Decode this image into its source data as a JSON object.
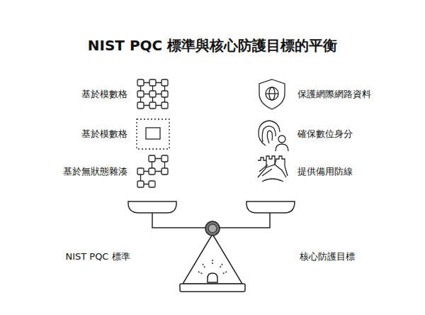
{
  "diagram": {
    "title": "NIST PQC 標準與核心防護目標的平衡",
    "labels": [
      "基於模數格",
      "基於模數格",
      "基於無狀態雜湊",
      "保護網際網路資料",
      "確保數位身分",
      "提供備用防線",
      "NIST PQC 標準",
      "核心防護目標"
    ]
  }
}
